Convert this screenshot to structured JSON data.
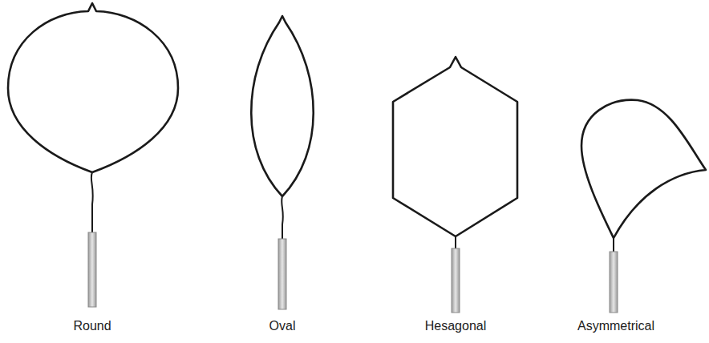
{
  "diagram": {
    "labels": [
      "Round",
      "Oval",
      "Hesagonal",
      "Asymmetrical"
    ]
  }
}
